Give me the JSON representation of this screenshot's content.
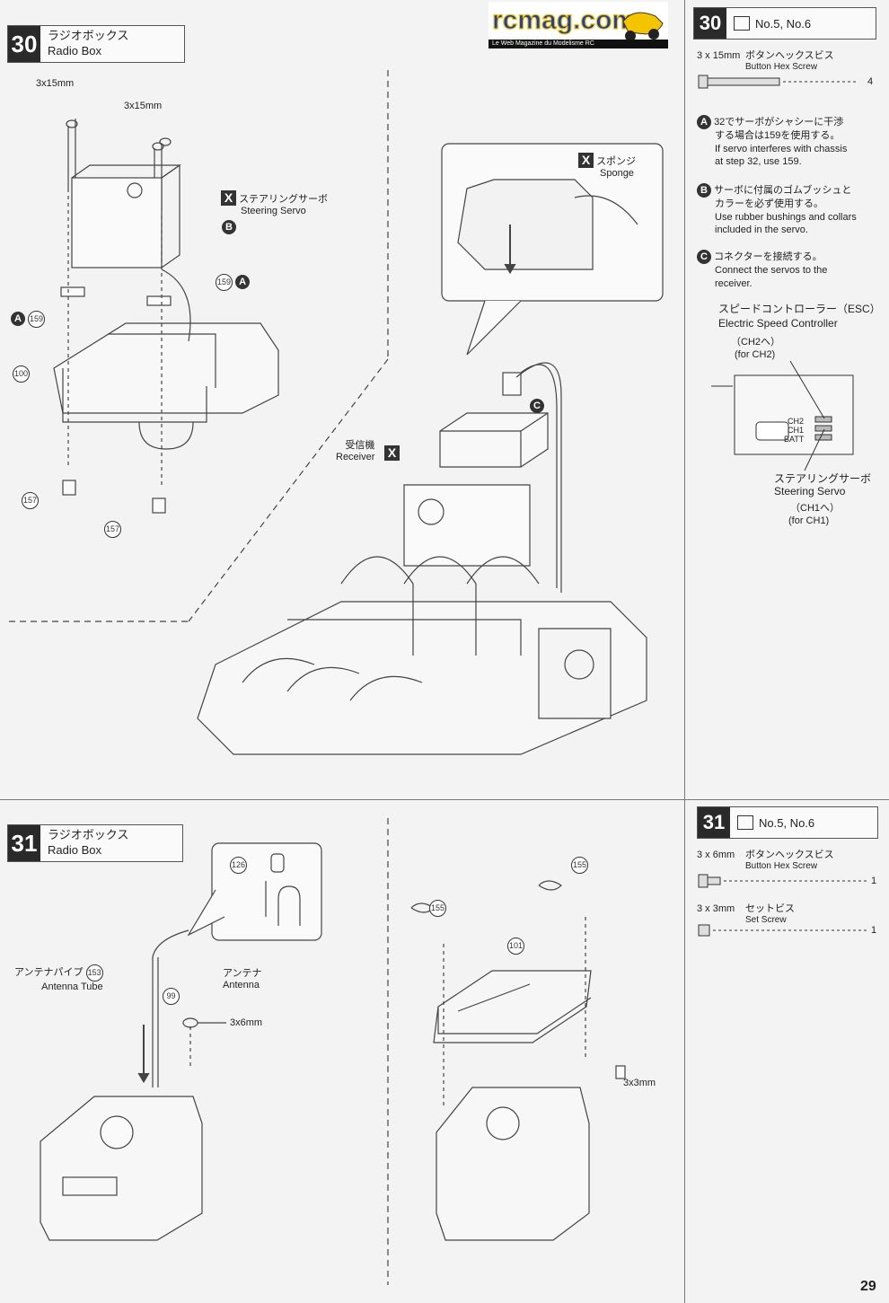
{
  "logo": {
    "name": "rcmag.com",
    "tagline": "Le Web Magazine du Modelisme RC"
  },
  "page_number": "29",
  "step30": {
    "num": "30",
    "title_jp": "ラジオボックス",
    "title_en": "Radio Box",
    "labels": {
      "screw_a": "3x15mm",
      "screw_b": "3x15mm",
      "servo_jp": "ステアリングサーボ",
      "servo_en": "Steering Servo",
      "part159": "159",
      "part100": "100",
      "part157a": "157",
      "part157b": "157",
      "sponge_jp": "スポンジ",
      "sponge_en": "Sponge",
      "receiver_jp": "受信機",
      "receiver_en": "Receiver",
      "mark_a": "A",
      "mark_b": "B",
      "mark_c": "C",
      "mark_x": "X"
    }
  },
  "side30": {
    "num": "30",
    "bags": "No.5, No.6",
    "screw_size": "3 x 15mm",
    "screw_jp": "ボタンヘックスビス",
    "screw_en": "Button Hex Screw",
    "screw_qty": "4",
    "noteA_jp1": "32でサーボがシャシーに干渉",
    "noteA_jp2": "する場合は159を使用する。",
    "noteA_en1": "If servo interferes with chassis",
    "noteA_en2": "at step 32, use 159.",
    "noteB_jp1": "サーボに付属のゴムブッシュと",
    "noteB_jp2": "カラーを必ず使用する。",
    "noteB_en1": "Use rubber bushings and collars",
    "noteB_en2": "included in the servo.",
    "noteC_jp": "コネクターを接続する。",
    "noteC_en1": "Connect the servos to the",
    "noteC_en2": "receiver.",
    "esc_jp": "スピードコントローラー（ESC）",
    "esc_en": "Electric Speed Controller",
    "ch2_jp": "（CH2へ）",
    "ch2_en": "(for CH2)",
    "ch_labels": [
      "CH2",
      "CH1",
      "BATT"
    ],
    "servo_jp": "ステアリングサーボ",
    "servo_en": "Steering Servo",
    "ch1_jp": "（CH1へ）",
    "ch1_en": "(for CH1)"
  },
  "step31": {
    "num": "31",
    "title_jp": "ラジオボックス",
    "title_en": "Radio Box",
    "labels": {
      "antenna_tube_jp": "アンテナパイプ",
      "antenna_tube_en": "Antenna Tube",
      "antenna_jp": "アンテナ",
      "antenna_en": "Antenna",
      "part153": "153",
      "part126": "126",
      "part99": "99",
      "screw": "3x6mm",
      "part155a": "155",
      "part155b": "155",
      "part101": "101",
      "set_screw": "3x3mm"
    }
  },
  "side31": {
    "num": "31",
    "bags": "No.5, No.6",
    "screw1_size": "3 x 6mm",
    "screw1_jp": "ボタンヘックスビス",
    "screw1_en": "Button Hex Screw",
    "screw1_qty": "1",
    "screw2_size": "3 x 3mm",
    "screw2_jp": "セットビス",
    "screw2_en": "Set Screw",
    "screw2_qty": "1"
  }
}
